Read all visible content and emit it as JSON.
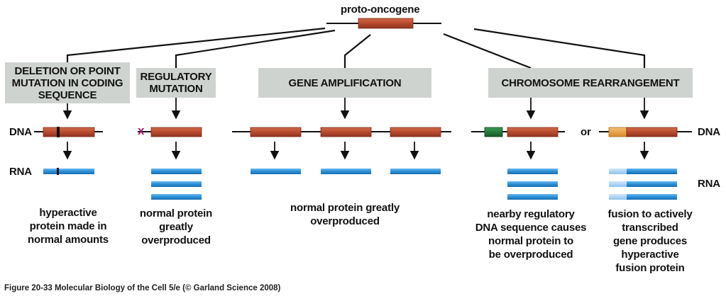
{
  "title": "proto-oncogene",
  "boxes": {
    "deletion": "DELETION OR POINT MUTATION IN CODING SEQUENCE",
    "regulatory": "REGULATORY MUTATION",
    "amplification": "GENE AMPLIFICATION",
    "rearrangement": "CHROMOSOME REARRANGEMENT"
  },
  "labels": {
    "dna_left": "DNA",
    "rna_left": "RNA",
    "dna_right": "DNA",
    "rna_right": "RNA",
    "or": "or",
    "mutation_mark": "x"
  },
  "captions": {
    "deletion": "hyperactive\nprotein made in\nnormal amounts",
    "regulatory": "normal protein\ngreatly\noverproduced",
    "amplification": "normal protein greatly\noverproduced",
    "rearrangement_1": "nearby regulatory\nDNA sequence causes\nnormal protein to\nbe overproduced",
    "rearrangement_2": "fusion to actively\ntranscribed\ngene produces\nhyperactive\nfusion protein"
  },
  "footer": "Figure 20-33  Molecular Biology of the Cell 5/e (© Garland Science 2008)",
  "colors": {
    "gene": "#b84a2e",
    "rna": "#2a8fd6",
    "rna_light": "#8fc4ee",
    "box": "#cfd3cf",
    "regulatory_seq": "#1f7a3a",
    "fusion_partner": "#e8a23c",
    "mutation": "#a0207a"
  }
}
